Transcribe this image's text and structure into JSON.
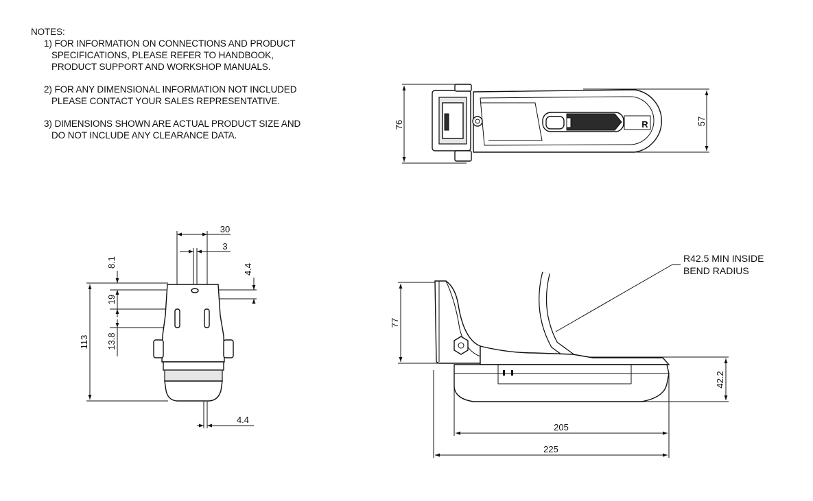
{
  "notes": {
    "heading": "NOTES:",
    "items": [
      {
        "lines": [
          "1) FOR INFORMATION ON CONNECTIONS AND PRODUCT",
          "SPECIFICATIONS, PLEASE REFER TO HANDBOOK,",
          "PRODUCT SUPPORT AND WORKSHOP MANUALS."
        ]
      },
      {
        "lines": [
          "2) FOR ANY DIMENSIONAL INFORMATION NOT INCLUDED",
          "PLEASE CONTACT YOUR SALES REPRESENTATIVE."
        ]
      },
      {
        "lines": [
          "3) DIMENSIONS SHOWN ARE ACTUAL PRODUCT SIZE AND",
          "DO NOT INCLUDE ANY CLEARANCE DATA."
        ]
      }
    ]
  },
  "top_view": {
    "dim_overall_height": "76",
    "dim_body_height": "57",
    "logo_text": "R"
  },
  "end_view": {
    "dim_width": "30",
    "dim_slot_width": "3",
    "dim_top_offset": "8.1",
    "dim_right_offset": "4.4",
    "dim_slot_upper": "19",
    "dim_slot_lower": "13.8",
    "dim_overall_height": "113",
    "dim_bottom_offset": "4.4"
  },
  "side_view": {
    "dim_height": "77",
    "dim_body_height": "42.2",
    "dim_body_length": "205",
    "dim_overall_length": "225",
    "cable_note_line1": "R42.5 MIN INSIDE",
    "cable_note_line2": "BEND RADIUS"
  }
}
